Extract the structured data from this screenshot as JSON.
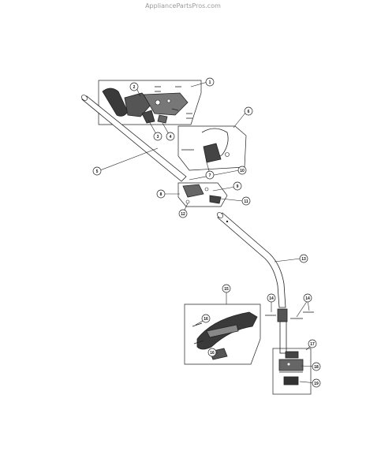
{
  "watermark": "AppliancePartsPros.com",
  "callouts": [
    {
      "id": "c1",
      "label": "1"
    },
    {
      "id": "c2",
      "label": "2"
    },
    {
      "id": "c3",
      "label": "3"
    },
    {
      "id": "c4",
      "label": "4"
    },
    {
      "id": "c5",
      "label": "5"
    },
    {
      "id": "c6",
      "label": "6"
    },
    {
      "id": "c7",
      "label": "7"
    },
    {
      "id": "c8",
      "label": "8"
    },
    {
      "id": "c9",
      "label": "9"
    },
    {
      "id": "c10",
      "label": "10"
    },
    {
      "id": "c11",
      "label": "11"
    },
    {
      "id": "c12",
      "label": "12"
    },
    {
      "id": "c13",
      "label": "13"
    },
    {
      "id": "c14a",
      "label": "14"
    },
    {
      "id": "c14b",
      "label": "14"
    },
    {
      "id": "c15",
      "label": "15"
    },
    {
      "id": "c16a",
      "label": "16"
    },
    {
      "id": "c16b",
      "label": "16"
    },
    {
      "id": "c17",
      "label": "17"
    },
    {
      "id": "c18",
      "label": "18"
    },
    {
      "id": "c19",
      "label": "19"
    }
  ]
}
